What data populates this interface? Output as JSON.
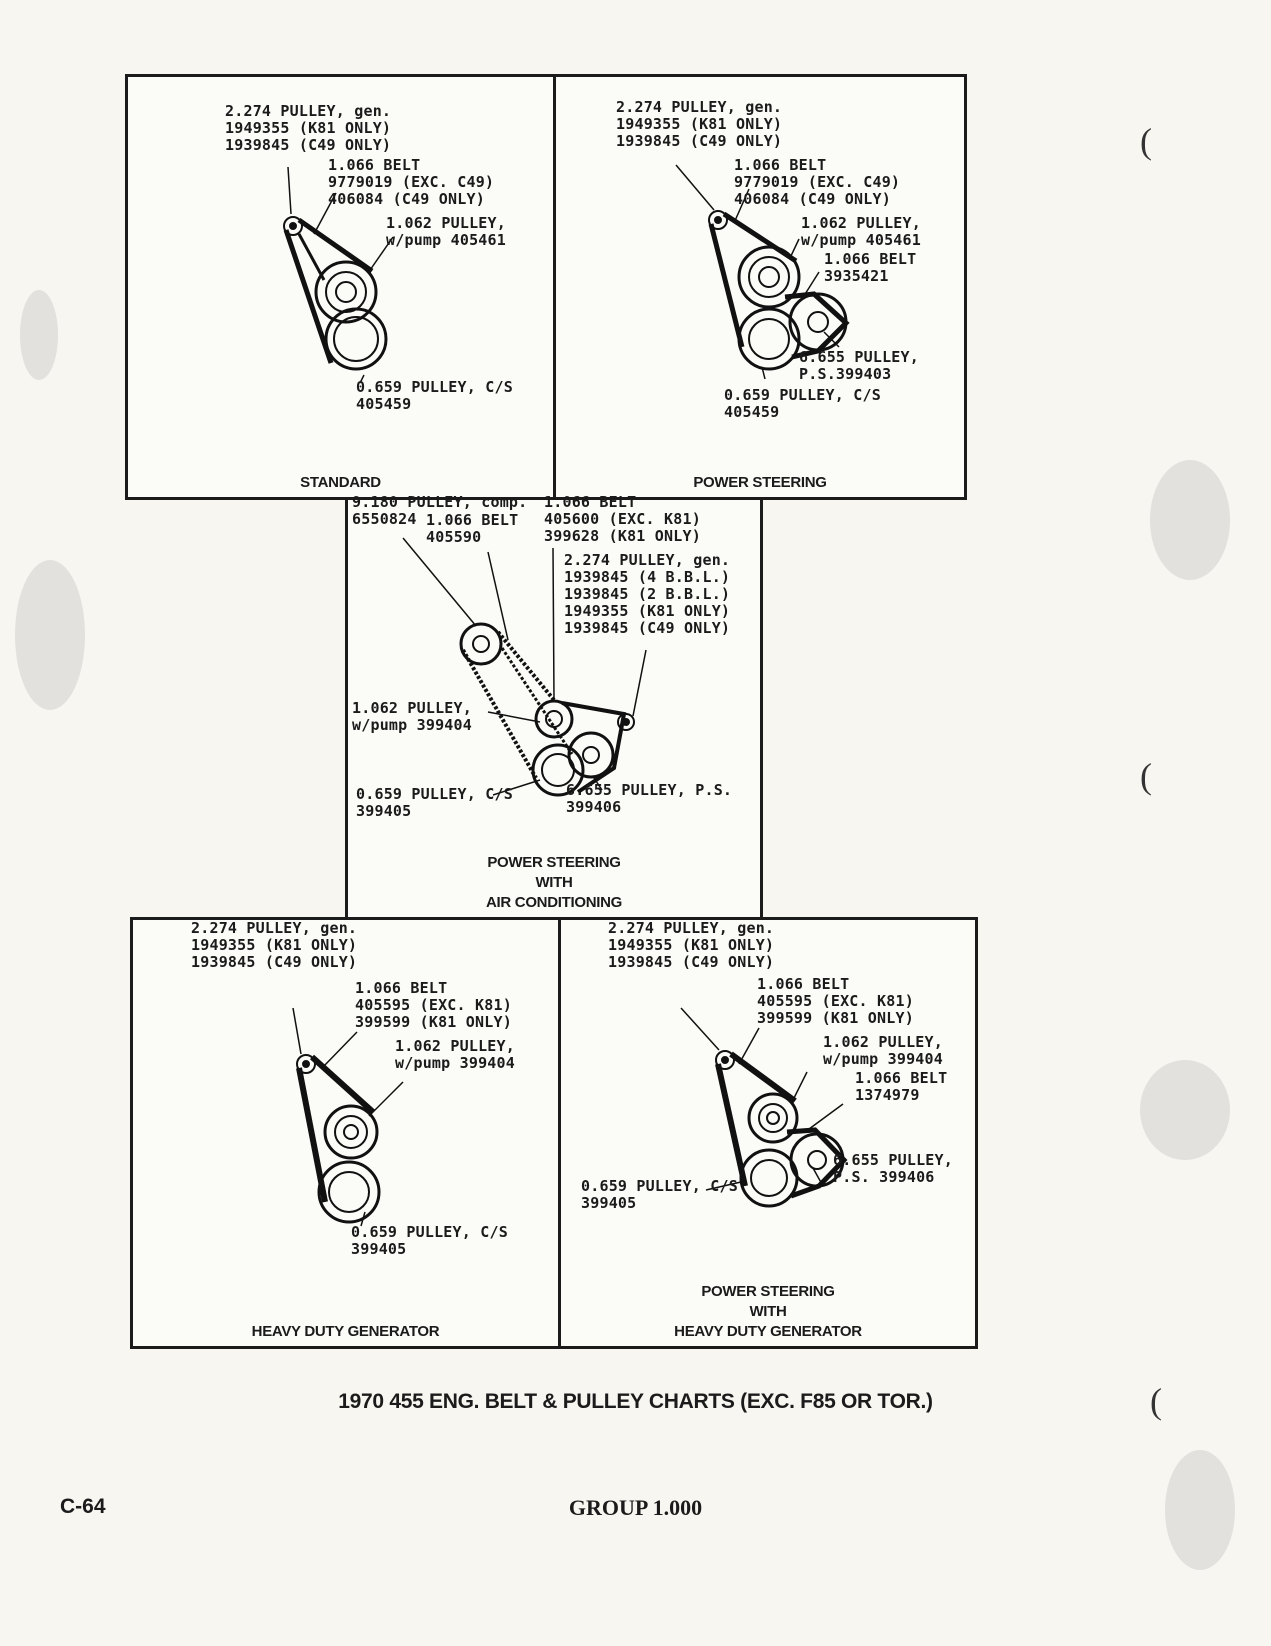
{
  "panels": {
    "standard": {
      "title": "STANDARD",
      "labels": {
        "gen_pulley": "2.274 PULLEY, gen.\n1949355 (K81 ONLY)\n1939845 (C49 ONLY)",
        "belt": "1.066 BELT\n9779019 (EXC. C49)\n406084 (C49 ONLY)",
        "pump_pulley": "1.062 PULLEY,\nw/pump 405461",
        "cs_pulley": "0.659 PULLEY, C/S\n405459"
      }
    },
    "power_steering": {
      "title": "POWER STEERING",
      "labels": {
        "gen_pulley": "2.274 PULLEY, gen.\n1949355 (K81 ONLY)\n1939845 (C49 ONLY)",
        "belt": "1.066 BELT\n9779019 (EXC. C49)\n406084 (C49 ONLY)",
        "pump_pulley": "1.062 PULLEY,\nw/pump 405461",
        "ps_belt": "1.066 BELT\n3935421",
        "ps_pulley": "6.655 PULLEY,\nP.S.399403",
        "cs_pulley": "0.659 PULLEY, C/S\n405459"
      }
    },
    "ps_ac": {
      "title_line1": "POWER STEERING",
      "title_line2": "WITH",
      "title_line3": "AIR CONDITIONING",
      "labels": {
        "comp_pulley": "9.180 PULLEY, comp.\n6550824",
        "belt_a": "1.066 BELT\n405590",
        "belt_b": "1.066 BELT\n405600 (EXC. K81)\n399628 (K81 ONLY)",
        "gen_pulley": "2.274 PULLEY, gen.\n1939845 (4 B.B.L.)\n1939845 (2 B.B.L.)\n1949355 (K81 ONLY)\n1939845 (C49 ONLY)",
        "pump_pulley": "1.062 PULLEY,\nw/pump 399404",
        "cs_pulley": "0.659 PULLEY, C/S\n399405",
        "ps_pulley": "6.655 PULLEY, P.S.\n399406"
      }
    },
    "heavy_duty": {
      "title": "HEAVY DUTY GENERATOR",
      "labels": {
        "gen_pulley": "2.274 PULLEY, gen.\n1949355 (K81 ONLY)\n1939845 (C49 ONLY)",
        "belt": "1.066 BELT\n405595 (EXC. K81)\n399599 (K81 ONLY)",
        "pump_pulley": "1.062 PULLEY,\nw/pump 399404",
        "cs_pulley": "0.659 PULLEY, C/S\n399405"
      }
    },
    "ps_heavy_duty": {
      "title_line1": "POWER STEERING",
      "title_line2": "WITH",
      "title_line3": "HEAVY DUTY GENERATOR",
      "labels": {
        "gen_pulley": "2.274 PULLEY, gen.\n1949355 (K81 ONLY)\n1939845 (C49 ONLY)",
        "belt": "1.066 BELT\n405595 (EXC. K81)\n399599 (K81 ONLY)",
        "pump_pulley": "1.062 PULLEY,\nw/pump 399404",
        "ps_belt": "1.066 BELT\n1374979",
        "ps_pulley": "6.655 PULLEY,\nP.S. 399406",
        "cs_pulley": "0.659 PULLEY, C/S\n399405"
      }
    }
  },
  "caption": "1970 455 ENG. BELT & PULLEY CHARTS (EXC. F85 OR TOR.)",
  "footer": {
    "page_number": "C-64",
    "group": "GROUP 1.000"
  }
}
